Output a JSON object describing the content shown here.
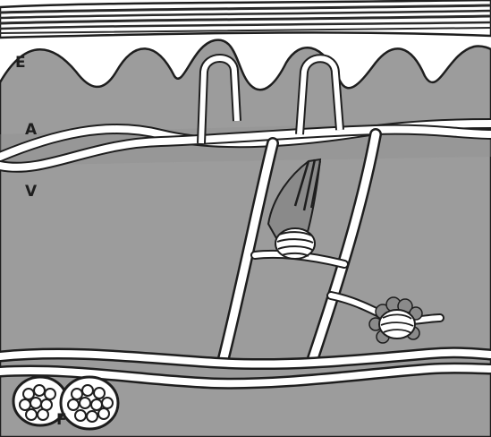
{
  "figure": {
    "labels": {
      "epidermis": "E",
      "artery": "A",
      "vein": "V",
      "fat": "F"
    },
    "colors": {
      "tissue": "#9c9c9c",
      "tissue_dark": "#6f6f6f",
      "outline": "#1e1e1e",
      "vessel": "#ffffff",
      "background": "#ffffff"
    }
  }
}
